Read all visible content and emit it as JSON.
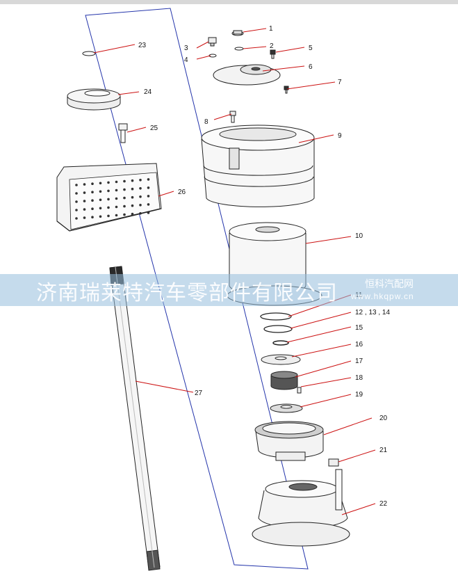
{
  "watermark": {
    "company": "济南瑞莱特汽车零部件有限公司",
    "brand": "恒科汽配网",
    "site": "www.hkqpw.cn"
  },
  "callouts": {
    "c1": "1",
    "c2": "2",
    "c3": "3",
    "c4": "4",
    "c5": "5",
    "c6": "6",
    "c7": "7",
    "c8": "8",
    "c9": "9",
    "c10": "10",
    "c11": "11",
    "c12": "12 , 13 , 14",
    "c15": "15",
    "c16": "16",
    "c17": "17",
    "c18": "18",
    "c19": "19",
    "c20": "20",
    "c21": "21",
    "c22": "22",
    "c23": "23",
    "c24": "24",
    "c25": "25",
    "c26": "26",
    "c27": "27"
  },
  "colors": {
    "leader": "#cc1111",
    "frame": "#2233aa",
    "ink": "#222222"
  }
}
